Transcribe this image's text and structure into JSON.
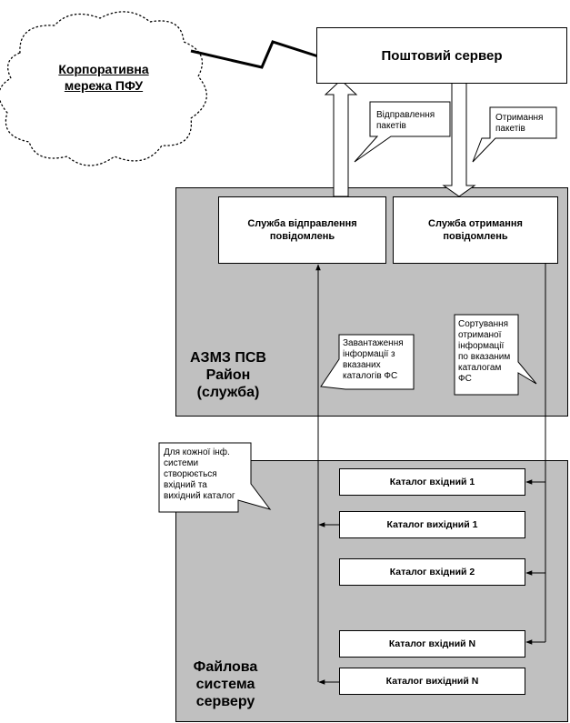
{
  "cloud": {
    "label_line1": "Корпоративна",
    "label_line2": "мережа ПФУ"
  },
  "mail_server": {
    "label": "Поштовий сервер"
  },
  "arrow_notes": {
    "send": {
      "line1": "Відправлення",
      "line2": "пакетів"
    },
    "receive": {
      "line1": "Отримання",
      "line2": "пакетів"
    }
  },
  "azmz_panel": {
    "title_line1": "АЗМЗ ПСВ",
    "title_line2": "Район",
    "title_line3": "(служба)",
    "send_service": {
      "line1": "Служба відправлення",
      "line2": "повідомлень"
    },
    "receive_service": {
      "line1": "Служба отримання",
      "line2": "повідомлень"
    },
    "load_note": {
      "line1": "Завантаження",
      "line2": "інформації з",
      "line3": "вказаних",
      "line4": "каталогів ФС"
    },
    "sort_note": {
      "line1": "Сортування",
      "line2": "отриманої",
      "line3": "інформації",
      "line4": "по вказаним",
      "line5": "каталогам",
      "line6": "ФС"
    }
  },
  "fs_panel": {
    "title_line1": "Файлова",
    "title_line2": "система",
    "title_line3": "серверу",
    "note": {
      "line1": "Для кожної інф.",
      "line2": "системи",
      "line3": "створюється",
      "line4": "вхідний та",
      "line5": "вихідний каталог"
    },
    "catalogs": [
      "Каталог вхідний 1",
      "Каталог вихідний 1",
      "Каталог вхідний 2",
      "Каталог вхідний N",
      "Каталог вихідний N"
    ]
  }
}
